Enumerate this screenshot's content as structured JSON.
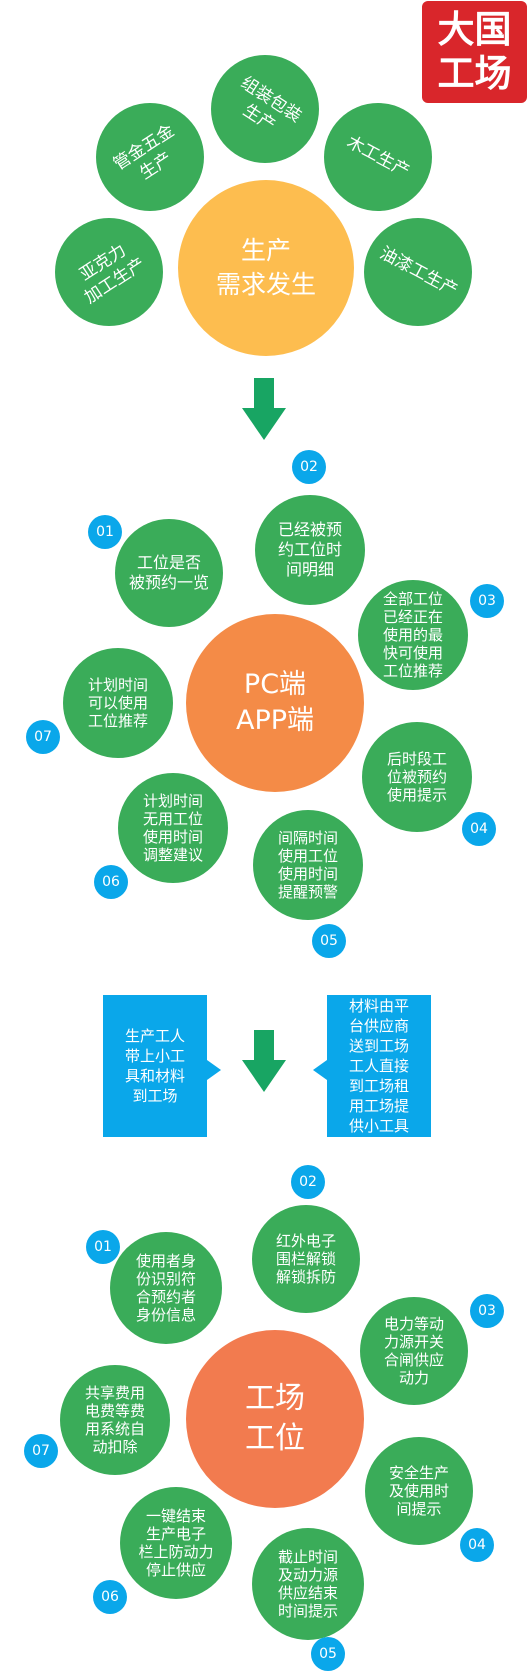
{
  "logo": {
    "line1": "大国",
    "line2": "工场"
  },
  "section1": {
    "center": "生产\n需求发生",
    "petals": [
      "组装包装\n生产",
      "管金五金\n生产",
      "木工生产",
      "亚克力\n加工生产",
      "油漆工生产"
    ]
  },
  "section2": {
    "center": "PC端\nAPP端",
    "items": [
      {
        "num": "01",
        "text": "工位是否\n被预约一览"
      },
      {
        "num": "02",
        "text": "已经被预\n约工位时\n间明细"
      },
      {
        "num": "03",
        "text": "全部工位\n已经正在\n使用的最\n快可使用\n工位推荐"
      },
      {
        "num": "04",
        "text": "后时段工\n位被预约\n使用提示"
      },
      {
        "num": "05",
        "text": "间隔时间\n使用工位\n使用时间\n提醒预警"
      },
      {
        "num": "06",
        "text": "计划时间\n无用工位\n使用时间\n调整建议"
      },
      {
        "num": "07",
        "text": "计划时间\n可以使用\n工位推荐"
      }
    ]
  },
  "middle": {
    "left_box": "生产工人\n带上小工\n具和材料\n到工场",
    "right_box": "材料由平\n台供应商\n送到工场\n工人直接\n到工场租\n用工场提\n供小工具"
  },
  "section3": {
    "center": "工场\n工位",
    "items": [
      {
        "num": "01",
        "text": "使用者身\n份识别符\n合预约者\n身份信息"
      },
      {
        "num": "02",
        "text": "红外电子\n围栏解锁\n解锁拆防"
      },
      {
        "num": "03",
        "text": "电力等动\n力源开关\n合闸供应\n动力"
      },
      {
        "num": "04",
        "text": "安全生产\n及使用时\n间提示"
      },
      {
        "num": "05",
        "text": "截止时间\n及动力源\n供应结束\n时间提示"
      },
      {
        "num": "06",
        "text": "一键结束\n生产电子\n栏上防动力\n停止供应"
      },
      {
        "num": "07",
        "text": "共享费用\n电费等费\n用系统自\n动扣除"
      }
    ]
  },
  "colors": {
    "green": "#3aac59",
    "yellow": "#fdbd4f",
    "orange": "#f48b47",
    "blue": "#0aa7ea",
    "red": "#d9262b"
  }
}
